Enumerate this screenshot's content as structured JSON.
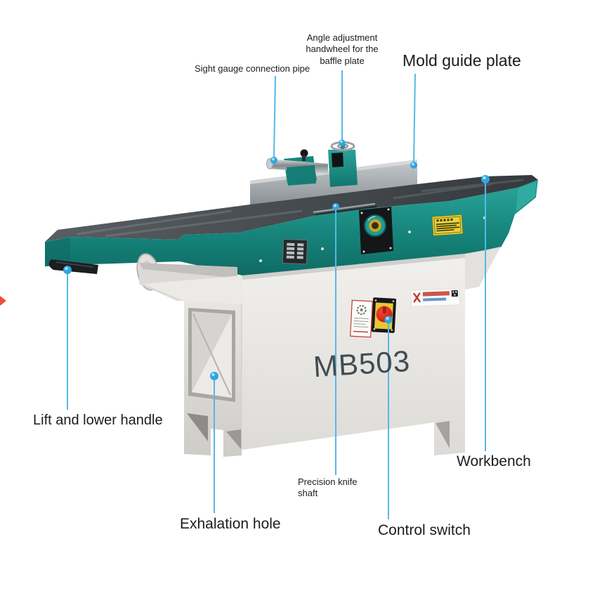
{
  "page": {
    "background": "#ffffff"
  },
  "product": {
    "model": "MB503",
    "machine_colors": {
      "teal": "#1e968c",
      "table_top": "#3f4549",
      "baffle_gray": "#a6acb0",
      "stand_white": "#efede9",
      "warning_label_yellow": "#e8d33c",
      "switch_red": "#d8281b",
      "model_text_color": "#414d52"
    }
  },
  "annotations": {
    "leader_color": "#55b8e8",
    "items": [
      {
        "id": "sight-gauge-pipe",
        "label": "Sight gauge connection pipe"
      },
      {
        "id": "angle-handwheel",
        "label": "Angle adjustment handwheel for the baffle plate"
      },
      {
        "id": "mold-guide-plate",
        "label": "Mold guide plate"
      },
      {
        "id": "lift-lower-handle",
        "label": "Lift and lower handle"
      },
      {
        "id": "exhalation-hole",
        "label": "Exhalation hole"
      },
      {
        "id": "precision-knife-shaft",
        "label": "Precision knife shaft"
      },
      {
        "id": "control-switch",
        "label": "Control switch"
      },
      {
        "id": "workbench",
        "label": "Workbench"
      }
    ]
  }
}
